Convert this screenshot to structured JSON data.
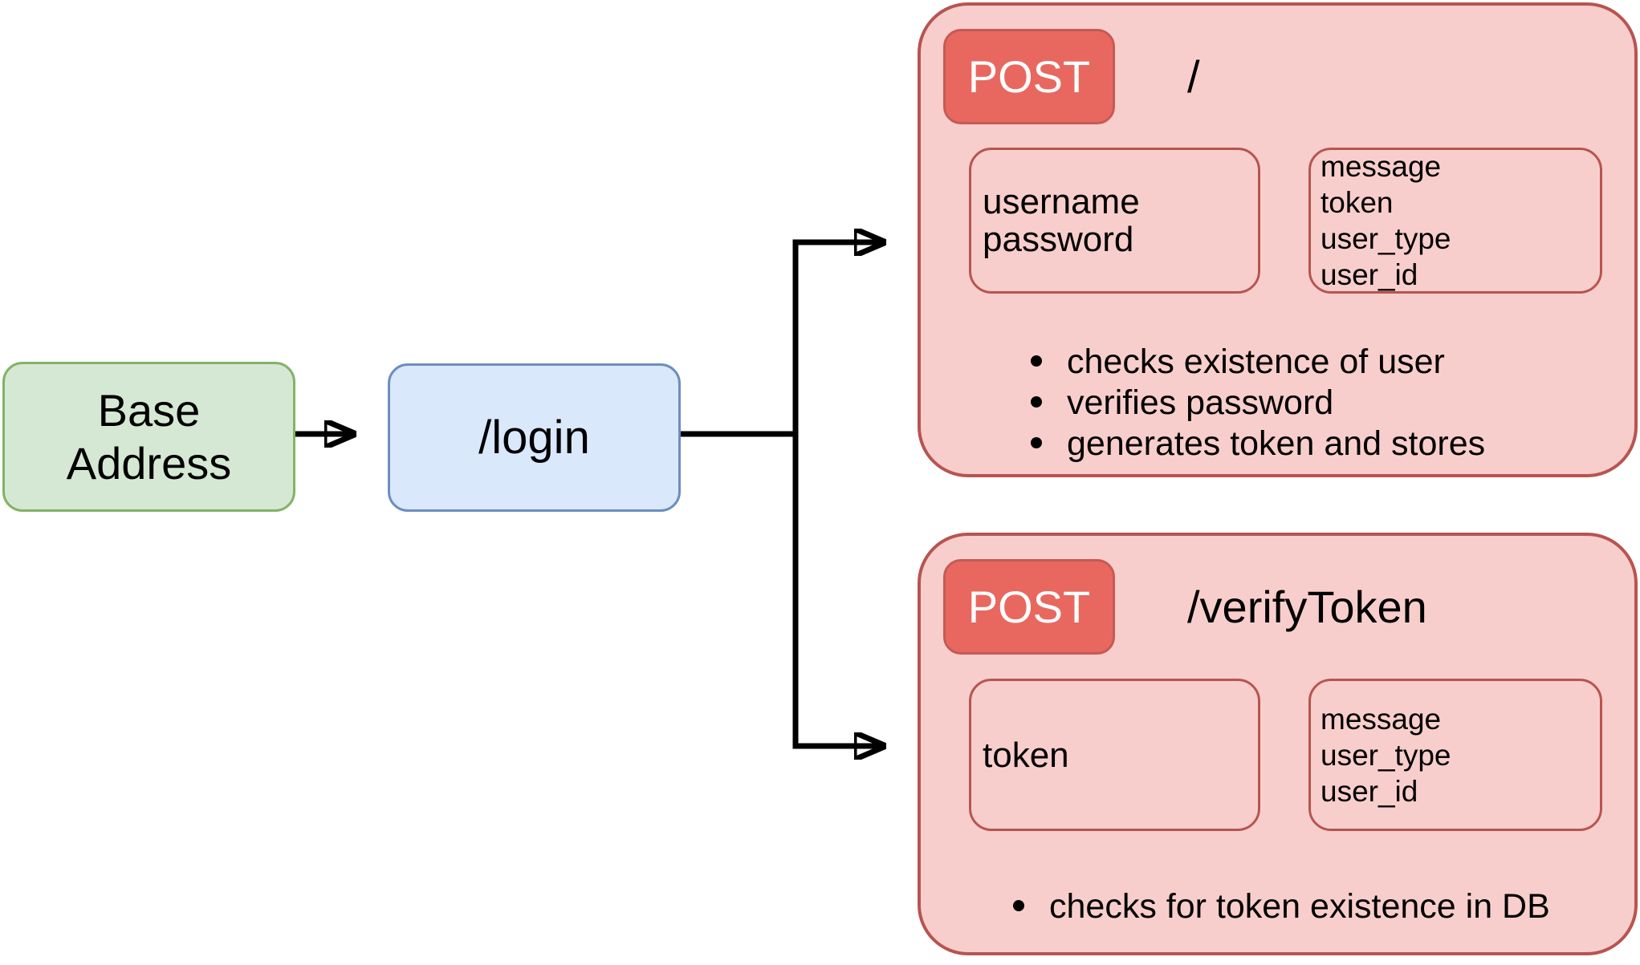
{
  "nodes": {
    "base_address": {
      "label": "Base\nAddress",
      "fill": "#d5e8d4",
      "border": "#82b366"
    },
    "login": {
      "label": "/login",
      "fill": "#dae8fc",
      "border": "#6c8ebf"
    }
  },
  "endpoints": [
    {
      "method": "POST",
      "path": "/",
      "request_params": [
        "username",
        "password"
      ],
      "response_fields": [
        "message",
        "token",
        "user_type",
        "user_id"
      ],
      "notes": [
        "checks existence of user",
        "verifies password",
        "generates token and stores"
      ]
    },
    {
      "method": "POST",
      "path": "/verifyToken",
      "request_params": [
        "token"
      ],
      "response_fields": [
        "message",
        "user_type",
        "user_id"
      ],
      "notes": [
        "checks for token existence in DB"
      ]
    }
  ],
  "colors": {
    "card_fill": "#f8cecc",
    "card_border": "#b85450",
    "badge_fill": "#e86860",
    "badge_border": "#c55a54",
    "green_fill": "#d5e8d4",
    "green_border": "#82b366",
    "blue_fill": "#dae8fc",
    "blue_border": "#6c8ebf",
    "connector": "#000000",
    "text": "#000000"
  }
}
